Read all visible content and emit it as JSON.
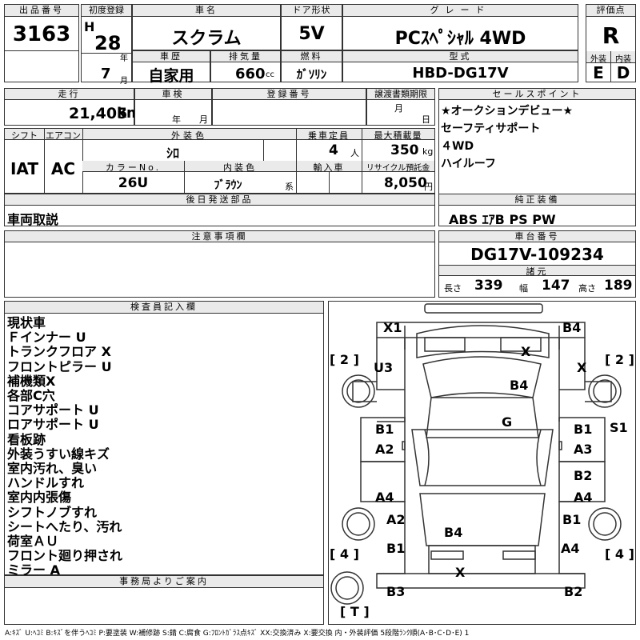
{
  "headers": {
    "lot": "出品番号",
    "first_reg": "初度登録",
    "car_name": "車名",
    "door": "ドア形状",
    "grade": "グレード",
    "score": "評価点",
    "history": "車歴",
    "displacement": "排気量",
    "fuel": "燃料",
    "model": "型式",
    "exterior": "外装",
    "interior": "内装",
    "mileage": "走行",
    "inspection": "車検",
    "reg_no": "登録番号",
    "transfer": "譲渡書類期限",
    "sales_point": "セールスポイント",
    "shift": "シフト",
    "aircon": "エアコン",
    "ext_color": "外装色",
    "capacity": "乗車定員",
    "max_load": "最大積載量",
    "color_no": "カラーNo.",
    "int_color": "内装色",
    "import": "輸入車",
    "recycle": "リサイクル預託金",
    "later_parts": "後日発送部品",
    "genuine": "純正装備",
    "caution": "注意事項欄",
    "chassis": "車台番号",
    "dims": "諸元",
    "inspector": "検査員記入欄",
    "office": "事務局よりご案内"
  },
  "vehicle": {
    "lot_number": "3163",
    "era": "H",
    "year": "28",
    "year_unit": "年",
    "month": "7",
    "month_unit": "月",
    "car_name": "スクラム",
    "doors": "5V",
    "grade": "PCｽﾍﾟｼｬﾙ 4WD",
    "score": "R",
    "history": "自家用",
    "displacement": "660",
    "displacement_unit": "cc",
    "fuel": "ｶﾞｿﾘﾝ",
    "model": "HBD-DG17V",
    "exterior_grade": "E",
    "interior_grade": "D",
    "mileage": "21,405",
    "mileage_unit": "km",
    "inspection_year_unit": "年",
    "inspection_month_unit": "月",
    "transfer_month_unit": "月",
    "transfer_day_unit": "日",
    "shift": "IAT",
    "aircon": "AC",
    "ext_color": "ｼﾛ",
    "capacity": "4",
    "capacity_unit": "人",
    "max_load": "350",
    "max_load_unit": "kg",
    "color_no": "26U",
    "int_color": "ﾌﾞﾗｳﾝ",
    "int_color_suffix": "系",
    "recycle": "8,050",
    "recycle_unit": "円",
    "later_parts": "車両取説",
    "genuine": "ABS ｴｱB PS PW",
    "chassis": "DG17V-109234",
    "length_label": "長さ",
    "length": "339",
    "width_label": "幅",
    "width": "147",
    "height_label": "高さ",
    "height": "189"
  },
  "sales_points": [
    "★オークションデビュー★",
    "セーフティサポート",
    "４WD",
    "ハイルーフ"
  ],
  "inspector_notes": [
    "現状車",
    "Ｆインナー U",
    "トランクフロア X",
    "フロントピラー U",
    "補機類X",
    "各部C穴",
    "コアサポート U",
    "ロアサポート U",
    "看板跡",
    "外装うすい線キズ",
    "室内汚れ、臭い",
    "ハンドルすれ",
    "室内内張傷",
    "シフトノブすれ",
    "シートへたり、汚れ",
    "荷室ＡＵ",
    "フロント廻り押され",
    "ミラー A"
  ],
  "diagram": {
    "marks": {
      "front_left_corner": "X1",
      "front_right_corner": "B4",
      "left_front_fender": "U3",
      "right_front_fender": "X",
      "windshield": "X",
      "roof": "B4",
      "floor": "G",
      "left_front_door_top": "B1",
      "left_front_door_bottom": "A2",
      "right_front_door_top": "B1",
      "right_front_door_bottom": "A3",
      "right_step": "S1",
      "right_rear_door_top": "B2",
      "right_rear_door_bottom": "A4",
      "left_rear_door": "A4",
      "left_rear_fender_top": "A2",
      "left_rear_fender_bottom": "B1",
      "right_rear_fender_top": "B1",
      "right_rear_fender_bottom": "A4",
      "rear_roof": "B4",
      "rear_window": "X",
      "rear_left_corner": "B3",
      "rear_right_corner": "B2"
    },
    "box_labels": {
      "front_left": "[ 2 ]",
      "front_right": "[ 2 ]",
      "rear_left": "[ 4 ]",
      "rear_right": "[ 4 ]",
      "spare": "[ T ]"
    }
  },
  "legend": "A:ｷｽﾞ U:ﾍｺﾐ B:ｷｽﾞを伴うﾍｺﾐ P:要塗装 W:補修跡 S:錆 C:腐食 G:ﾌﾛﾝﾄｶﾞﾗｽ点ｷｽﾞ XX:交換済み X:要交換 内・外装評価 5段階ﾗﾝｸ順(A･B･C･D･E) 1"
}
